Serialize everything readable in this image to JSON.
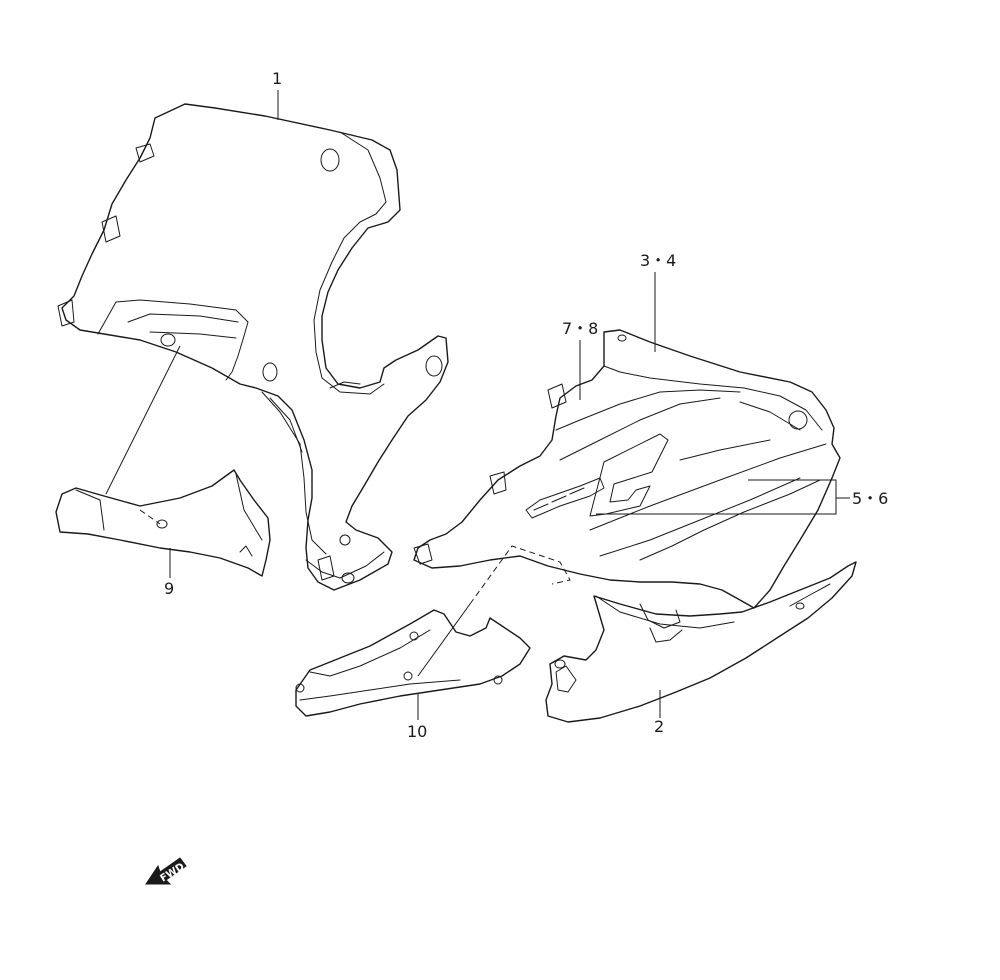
{
  "diagram": {
    "callouts": {
      "part_1": "1",
      "part_2": "2",
      "part_3_4": "3・4",
      "part_5_6": "5・6",
      "part_7_8": "7・8",
      "part_9": "9",
      "part_10": "10"
    },
    "fwd_label": "FWD"
  },
  "icons": {
    "fwd_arrow": "fwd-arrow-icon"
  }
}
